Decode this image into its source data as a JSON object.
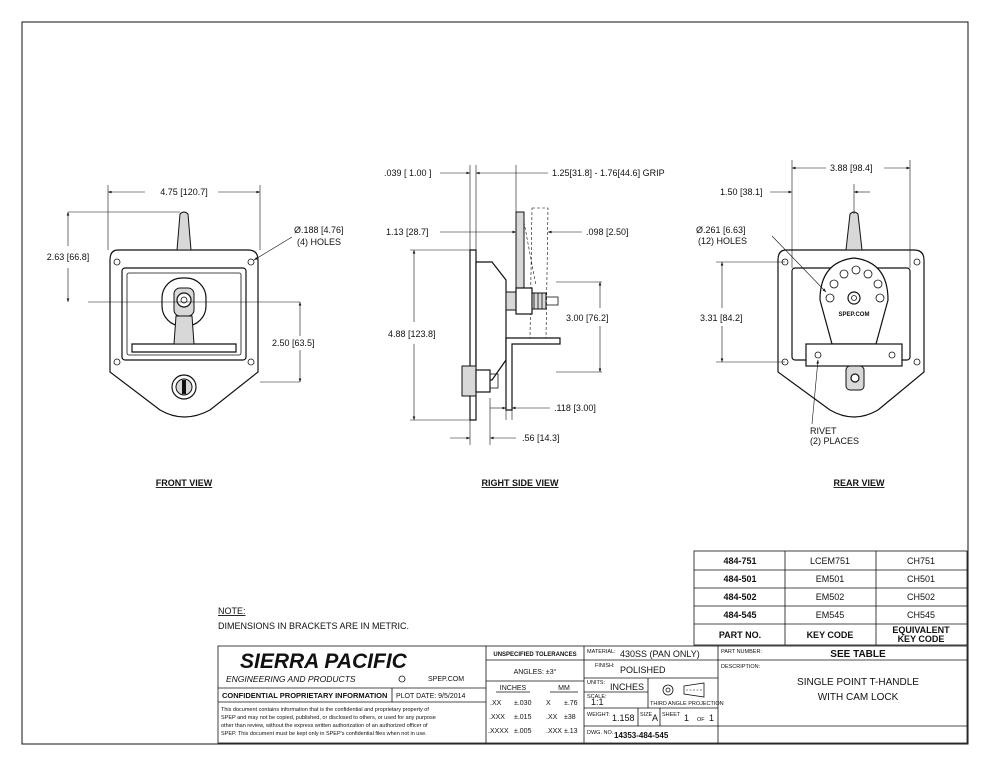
{
  "front_view": {
    "title": "FRONT VIEW",
    "dim_width": "4.75 [120.7]",
    "dim_height": "2.63 [66.8]",
    "dim_lower": "2.50 [63.5]",
    "hole_dia": "Ø.188 [4.76]",
    "hole_count": "(4) HOLES"
  },
  "right_view": {
    "title": "RIGHT SIDE VIEW",
    "dim_039": ".039 [ 1.00 ]",
    "dim_grip": "1.25[31.8] - 1.76[44.6] GRIP",
    "dim_113": "1.13 [28.7]",
    "dim_098": ".098 [2.50]",
    "dim_488": "4.88 [123.8]",
    "dim_300": "3.00 [76.2]",
    "dim_118": ".118 [3.00]",
    "dim_56": ".56 [14.3]"
  },
  "rear_view": {
    "title": "REAR VIEW",
    "dim_388": "3.88 [98.4]",
    "dim_150": "1.50 [38.1]",
    "hole_dia": "Ø.261 [6.63]",
    "hole_count": "(12) HOLES",
    "dim_331": "3.31 [84.2]",
    "rivet": "RIVET",
    "rivet_count": "(2) PLACES",
    "stamp": "SPEP.COM"
  },
  "note": {
    "heading": "NOTE:",
    "text": "DIMENSIONS IN BRACKETS ARE IN METRIC."
  },
  "parts_table": {
    "rows": [
      [
        "484-751",
        "LCEM751",
        "CH751"
      ],
      [
        "484-501",
        "EM501",
        "CH501"
      ],
      [
        "484-502",
        "EM502",
        "CH502"
      ],
      [
        "484-545",
        "EM545",
        "CH545"
      ]
    ],
    "header": [
      "PART NO.",
      "KEY CODE",
      "EQUIVALENT",
      "KEY CODE"
    ]
  },
  "title_block": {
    "company": "SIERRA PACIFIC",
    "subtitle": "ENGINEERING AND PRODUCTS",
    "website": "SPEP.COM",
    "confidential_label": "CONFIDENTIAL PROPRIETARY INFORMATION",
    "plot_date": "PLOT DATE:  9/5/2014",
    "confidential_text": [
      "This document contains information that is the confidential and proprietary property of",
      "SPEP and may not be copied, published, or disclosed to others, or used for any purpose",
      "other than review, without the express written authorization of an authorized officer of",
      "SPEP. This document must be kept only in SPEP's confidential files when not in use."
    ],
    "tol_title": "UNSPECIFIED TOLERANCES",
    "angles": "ANGLES:  ±3°",
    "inches_hdr": "INCHES",
    "mm_hdr": "MM",
    "tol_rows": [
      [
        ".XX",
        "±.030",
        "X",
        "±.76"
      ],
      [
        ".XXX",
        "±.015",
        ".XX",
        "±38"
      ],
      [
        ".XXXX",
        "±.005",
        ".XXX",
        "±.13"
      ]
    ],
    "material_label": "MATERIAL:",
    "material": "430SS (PAN ONLY)",
    "finish_label": "FINISH:",
    "finish": "POLISHED",
    "units_label": "UNITS:",
    "units": "INCHES",
    "scale_label": "SCALE:",
    "scale": "1:1",
    "projection_label": "THIRD ANGLE PROJECTION",
    "weight_label": "WEIGHT:",
    "weight": "1.158",
    "size_label": "SIZE",
    "size": "A",
    "sheet_label": "SHEET",
    "sheet": "1",
    "of_label": "OF",
    "sheet_total": "1",
    "dwg_label": "DWG. NO.",
    "dwg_no": "14353-484-545",
    "part_number_label": "PART NUMBER:",
    "part_number": "SEE TABLE",
    "description_label": "DESCRIPTION:",
    "description_1": "SINGLE POINT T-HANDLE",
    "description_2": "WITH CAM LOCK"
  }
}
